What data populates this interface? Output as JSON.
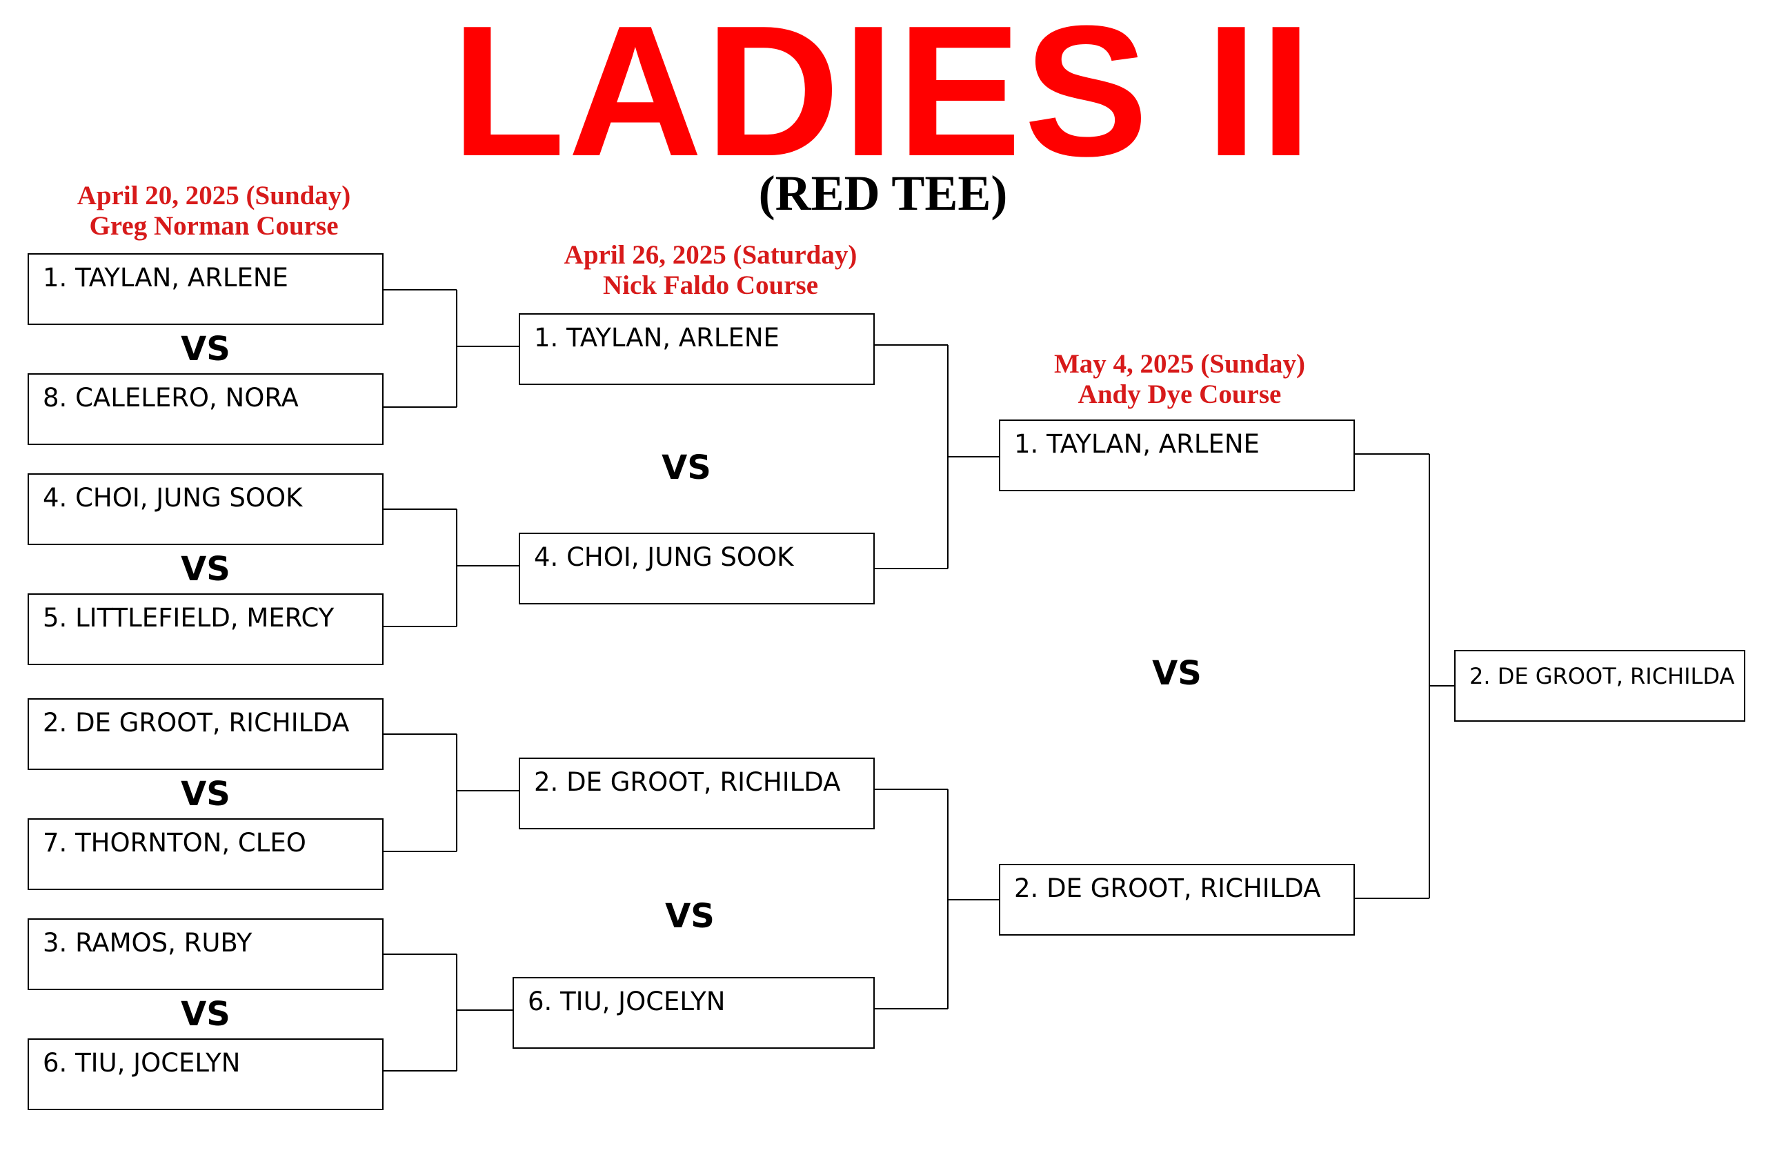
{
  "title": "LADIES II",
  "subtitle": "(RED TEE)",
  "vs_label": "VS",
  "rounds": [
    {
      "date": "April 20, 2025 (Sunday)",
      "course": "Greg Norman Course",
      "entries": [
        "1. TAYLAN, ARLENE",
        "8. CALELERO, NORA",
        "4. CHOI, JUNG SOOK",
        "5. LITTLEFIELD, MERCY",
        "2. DE GROOT, RICHILDA",
        "7. THORNTON, CLEO",
        "3. RAMOS, RUBY",
        "6. TIU, JOCELYN"
      ]
    },
    {
      "date": "April 26, 2025 (Saturday)",
      "course": "Nick Faldo Course",
      "entries": [
        "1. TAYLAN, ARLENE",
        "4. CHOI, JUNG SOOK",
        "2. DE GROOT, RICHILDA",
        "6. TIU, JOCELYN"
      ]
    },
    {
      "date": "May 4, 2025 (Sunday)",
      "course": "Andy Dye Course",
      "entries": [
        "1. TAYLAN, ARLENE",
        "2. DE GROOT, RICHILDA"
      ]
    },
    {
      "entries": [
        "2. DE GROOT, RICHILDA"
      ]
    }
  ]
}
